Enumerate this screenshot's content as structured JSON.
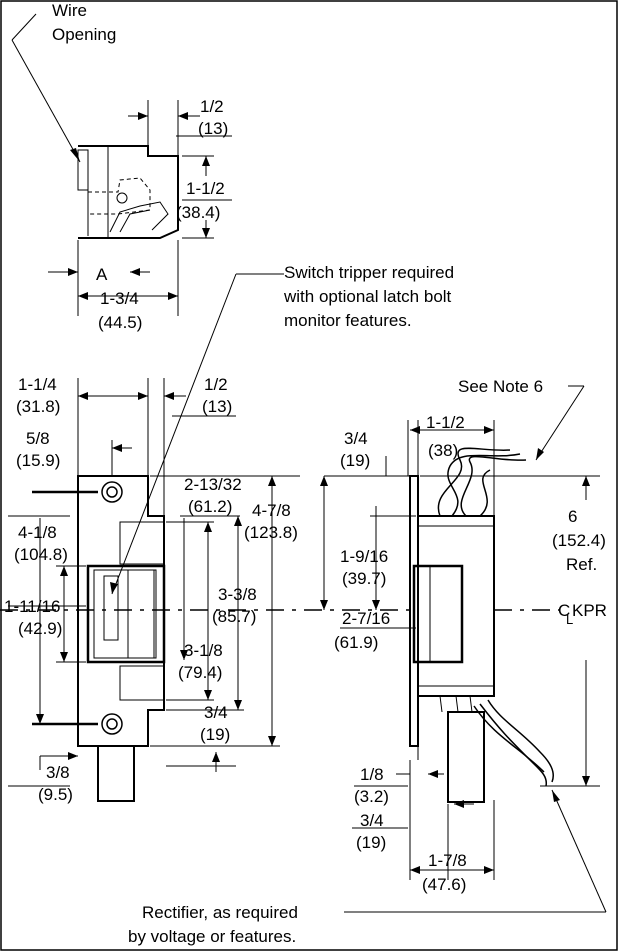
{
  "labels": {
    "wire_opening": [
      "Wire",
      "Opening"
    ],
    "switch_tripper": [
      "Switch tripper required",
      "with optional latch bolt",
      "monitor features."
    ],
    "see_note": "See Note 6",
    "rectifier": [
      "Rectifier, as required",
      "by voltage or features."
    ],
    "centerline": "C",
    "centerline_sub": "L",
    "kpr": "KPR",
    "ref": "Ref.",
    "a": "A"
  },
  "dims": {
    "top_half": [
      "1/2",
      "(13)"
    ],
    "top_height": [
      "1-1/2",
      "(38.4)"
    ],
    "top_width": [
      "1-3/4",
      "(44.5)"
    ],
    "front_1_1_4": [
      "1-1/4",
      "(31.8)"
    ],
    "front_1_2": [
      "1/2",
      "(13)"
    ],
    "front_5_8": [
      "5/8",
      "(15.9)"
    ],
    "front_2_13_32": [
      "2-13/32",
      "(61.2)"
    ],
    "front_4_7_8": [
      "4-7/8",
      "(123.8)"
    ],
    "front_4_1_8": [
      "4-1/8",
      "(104.8)"
    ],
    "front_3_3_8": [
      "3-3/8",
      "(85.7)"
    ],
    "front_1_11_16": [
      "1-11/16",
      "(42.9)"
    ],
    "front_3_1_8": [
      "3-1/8",
      "(79.4)"
    ],
    "front_3_4": [
      "3/4",
      "(19)"
    ],
    "front_3_8": [
      "3/8",
      "(9.5)"
    ],
    "side_3_4_top": [
      "3/4",
      "(19)"
    ],
    "side_1_1_2": [
      "1-1/2",
      "(38)"
    ],
    "side_6": [
      "6",
      "(152.4)"
    ],
    "side_1_9_16": [
      "1-9/16",
      "(39.7)"
    ],
    "side_2_7_16": [
      "2-7/16",
      "(61.9)"
    ],
    "side_1_8": [
      "1/8",
      "(3.2)"
    ],
    "side_3_4_bot": [
      "3/4",
      "(19)"
    ],
    "side_1_7_8": [
      "1-7/8",
      "(47.6)"
    ]
  }
}
